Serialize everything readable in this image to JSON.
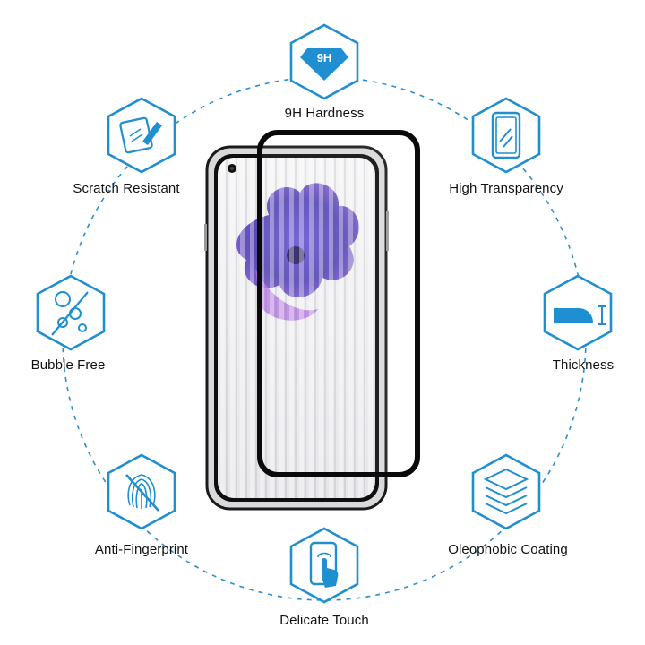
{
  "colors": {
    "accent": "#1f8fd1",
    "accent_light": "#e9f5fc",
    "label": "#111111",
    "bezel": "#0c0c0c"
  },
  "badge": {
    "text": "9H"
  },
  "features": {
    "hardness": {
      "label": "9H Hardness",
      "icon": "diamond-9h-icon"
    },
    "transparency": {
      "label": "High Transparency",
      "icon": "phone-glass-icon"
    },
    "thickness": {
      "label": "Thickness",
      "icon": "glass-edge-icon"
    },
    "oleophobic": {
      "label": "Oleophobic Coating",
      "icon": "layers-icon"
    },
    "touch": {
      "label": "Delicate Touch",
      "icon": "hand-tap-icon"
    },
    "fingerprint": {
      "label": "Anti-Fingerprint",
      "icon": "no-fingerprint-icon"
    },
    "bubble": {
      "label": "Bubble Free",
      "icon": "bubbles-icon"
    },
    "scratch": {
      "label": "Scratch Resistant",
      "icon": "knife-scratch-icon"
    }
  }
}
